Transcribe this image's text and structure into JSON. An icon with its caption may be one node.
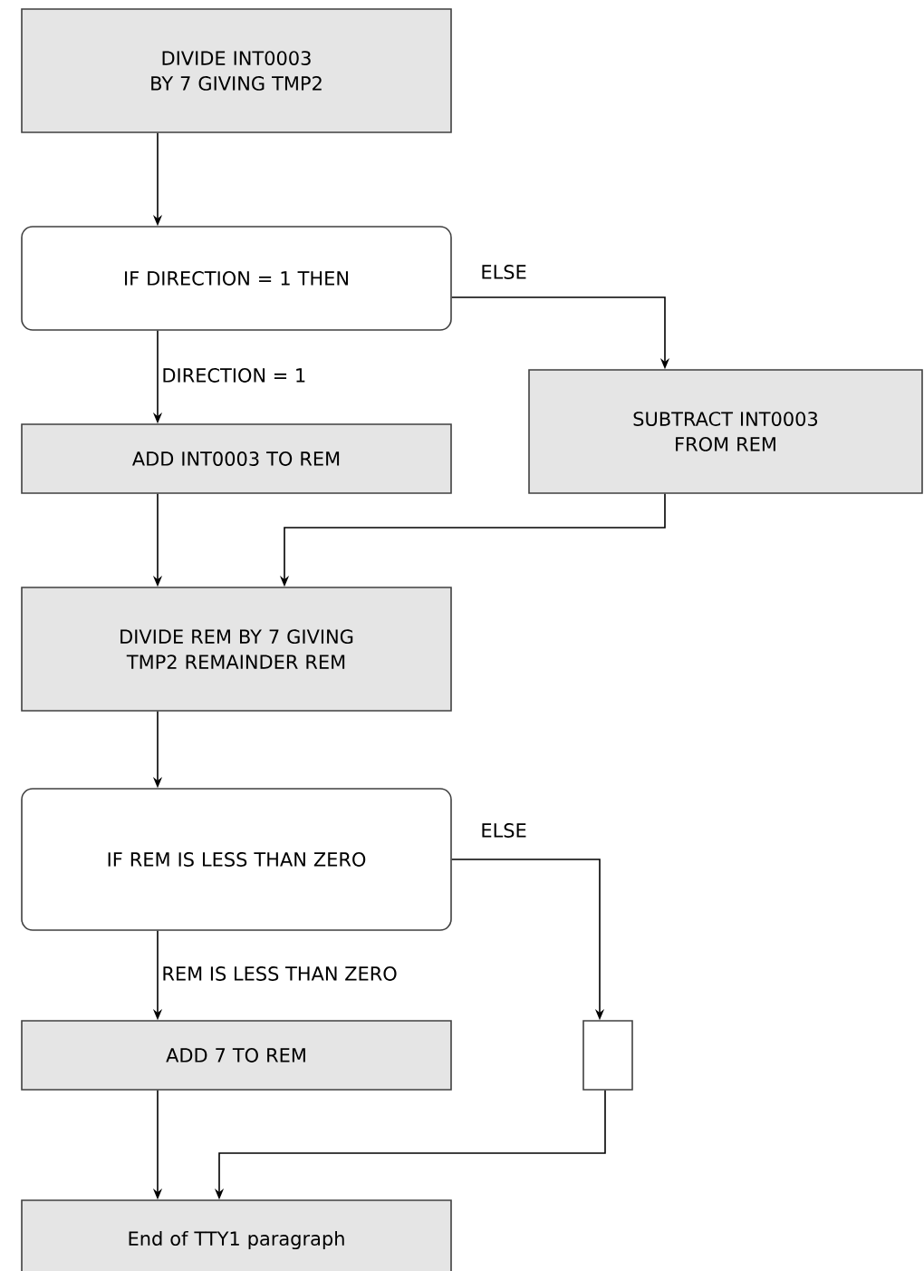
{
  "diagram": {
    "nodes": [
      {
        "text": [
          "DIVIDE INT0003 BY 7 GIVING TMP2"
        ]
      },
      {
        "text": [
          "IF DIRECTION = 1 THEN"
        ]
      },
      {
        "text": [
          "ADD INT0003 TO REM"
        ]
      },
      {
        "text": [
          "SUBTRACT INT0003 FROM REM"
        ]
      },
      {
        "text": [
          "DIVIDE REM BY 7 GIVING TMP2 REMAINDER REM"
        ]
      },
      {
        "text": [
          "IF REM IS LESS THAN ZERO"
        ]
      },
      {
        "text": [
          "ADD 7 TO REM"
        ]
      },
      {
        "text": [],
        "shape": "box"
      },
      {
        "text": [
          "End of TTY1 paragraph"
        ]
      }
    ],
    "edges": [
      {
        "from": 0,
        "to": 1,
        "arrow": "to"
      },
      {
        "from": 1,
        "to": 2,
        "arrow": "to",
        "label": "DIRECTION = 1"
      },
      {
        "from": 1,
        "to": 3,
        "arrow": "to",
        "label": "ELSE"
      },
      {
        "from": 2,
        "to": 4,
        "arrow": "to"
      },
      {
        "from": 3,
        "to": 4,
        "arrow": "to"
      },
      {
        "from": 4,
        "to": 5,
        "arrow": "to"
      },
      {
        "from": 5,
        "to": 6,
        "arrow": "to",
        "label": "REM IS LESS THAN ZERO"
      },
      {
        "from": 5,
        "to": 7,
        "arrow": "to",
        "label": "ELSE"
      },
      {
        "from": 6,
        "to": 8,
        "arrow": "to"
      },
      {
        "from": 7,
        "to": 8,
        "arrow": "to"
      }
    ]
  }
}
